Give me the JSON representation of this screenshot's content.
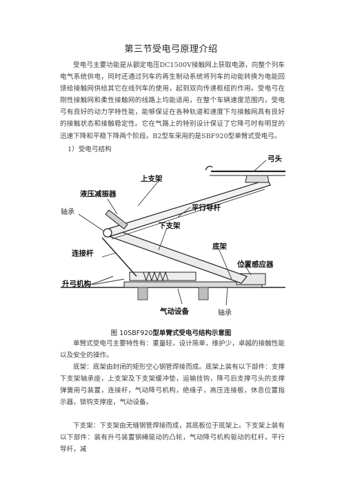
{
  "document": {
    "title": "第三节受电弓原理介绍",
    "intro": "受电弓主要功能是从额定电压DC1500V接触网上获取电源，向整个列车电气系统供电，同时还通过列车的再生制动系统将列车的动能转换为电能回馈给接触网供给其它在线列车的使用，起到双向传递枢纽的作用。受电弓在刚性接触网和柔性接触网的线路上均能适用，在整个车辆速度范围内，受电弓有良好的动力学特性能，能够保证在各种轨道和速度下与接触网具有良好的接触状态和接触稳定性。它在气路上的特别设计保证了它降弓时有明显的迅速下降和平稳下降两个阶段。B2型车采用的是SBF920型单臂式受电弓。",
    "section_heading": "1）受电弓结构",
    "figure": {
      "labels": {
        "bow_head": "弓头",
        "upper_frame": "上支架",
        "hydraulic_damper": "液压减振器",
        "parallel_rod": "平行导杆",
        "bearing_left": "轴承",
        "lower_frame": "下支架",
        "connecting_rod": "连接杆",
        "base_frame": "底架",
        "position_sensor": "位置感应器",
        "lifting_mechanism": "升弓机构",
        "pneumatic_device": "气动设备",
        "bearing_bottom": "轴承"
      }
    },
    "caption_prefix": "图 10SBF920",
    "caption_bold": "型单臂式受电弓结构示意图",
    "para_features": "单臂式受电弓主要特性有：重量轻，设计简单，维护少，卓越的接触性能以及安全的操作。",
    "para_base": "底架：底架由封闭的矩形空心钢管焊接而成。底架上装有以下部件：支撑下支架轴承座，上支架及下支架缓冲垫，运输挂钩，降弓后支撑弓头的支撑弹簧用弓装置，连接杆，气动降弓机构，绝缘子，高压连接板，休息位置指示器，锁钩支撑座，气动设备。",
    "para_lower": "下支架：下支架由无缝钢管焊接而成，其底板位于底架上。下支架上装有以下部件：装有升弓装置钢绳驱动的凸轮，气动降弓机构驱动的杠杆，平行导杆，减"
  }
}
